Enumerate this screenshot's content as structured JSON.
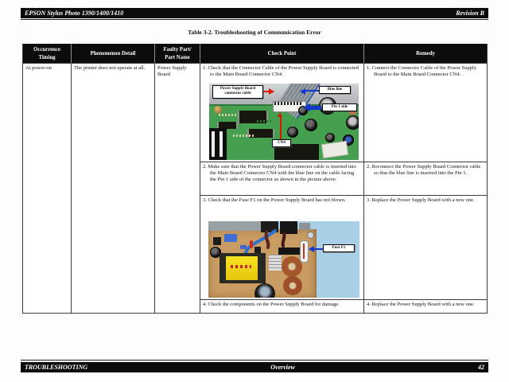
{
  "page": {
    "header": {
      "left": "EPSON Stylus Photo 1390/1400/1410",
      "right": "Revision B"
    },
    "title": "Table 3-2.  Troubleshooting of Communication Error",
    "footer": {
      "left": "TROUBLESHOOTING",
      "center": "Overview",
      "page_number": "42"
    }
  },
  "table": {
    "columns": [
      "Occurrence\nTiming",
      "Phenomenon Detail",
      "Faulty Part/\nPart Name",
      "Check Point",
      "Remedy"
    ],
    "row": {
      "occurrence_timing": "At power-on",
      "phenomenon_detail": "The printer does not operate at all.",
      "faulty_part": "Power Supply Board",
      "check_points": [
        "1. Check that the Connector Cable of the Power Supply Board is connected to the Main Board Connector CN4.",
        "2. Make sure that the Power Supply Board connector cable is inserted into the Main Board Connector CN4 with the blue line on the cable facing the Pin 1 side of the connector as shown in the picture above.",
        "3. Check that the Fuse F1 on the Power Supply Board has not blown.",
        "4. Check the components on the Power Supply Board for damage."
      ],
      "remedies": [
        "1. Connect the Connector Cable of the Power Supply Board to the Main Board Connector CN4.",
        "2. Reconnect the Power Supply Board Connector cable so that the blue line is inserted into the Pin 1.",
        "3. Replace the Power Supply Board with a new one.",
        "4. Replace the Power Supply Board with a new one."
      ]
    }
  },
  "figures": {
    "main_board": {
      "labels": {
        "connector_cable": "Power Supply Board\nconnector cable",
        "blue_line": "Blue line",
        "pin1_side": "Pin 1 side",
        "cn4": "CN4"
      },
      "colors": {
        "pcb_green": "#44a04e",
        "chassis_gray": "#b6babd",
        "arrow_red": "#dd1505",
        "arrow_blue": "#1437cc"
      }
    },
    "psu_board": {
      "labels": {
        "fuse_f1": "Fuse F1"
      },
      "colors": {
        "board_tan": "#c89c62",
        "background_blue": "#a9cfe6",
        "transformer_yellow": "#f2d81c"
      }
    }
  }
}
